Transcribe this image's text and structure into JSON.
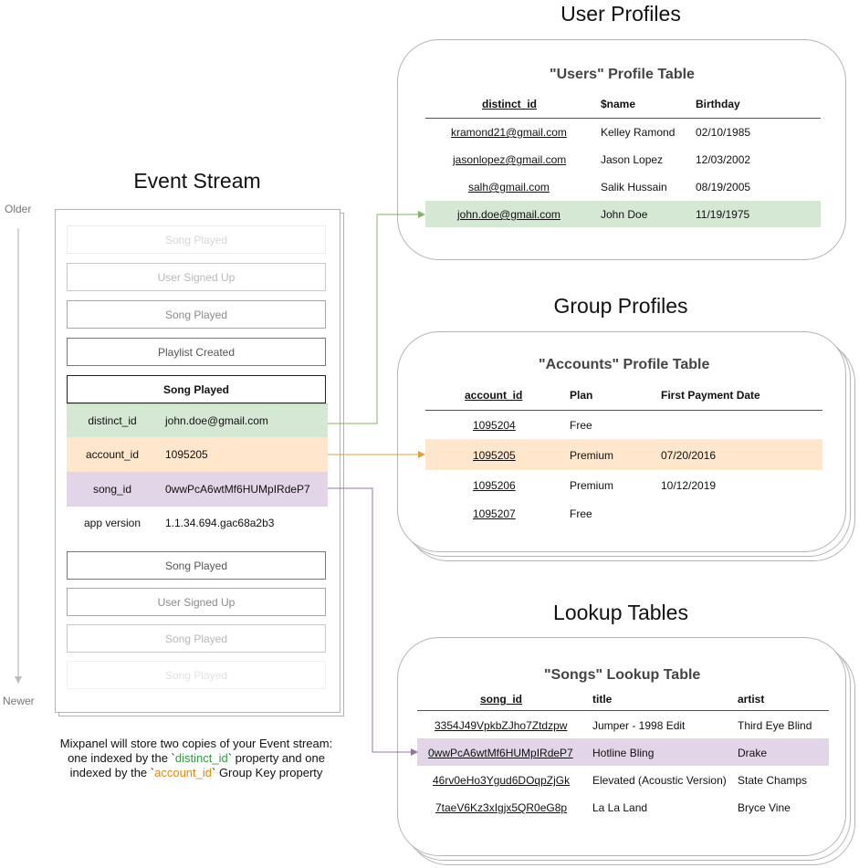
{
  "headings": {
    "user_profiles": "User Profiles",
    "group_profiles": "Group Profiles",
    "lookup_tables": "Lookup Tables",
    "event_stream": "Event Stream"
  },
  "timeline": {
    "older": "Older",
    "newer": "Newer"
  },
  "users_table": {
    "title": "\"Users\" Profile Table",
    "columns": [
      "distinct_id",
      "$name",
      "Birthday"
    ],
    "rows": [
      [
        "kramond21@gmail.com",
        "Kelley Ramond",
        "02/10/1985"
      ],
      [
        "jasonlopez@gmail.com",
        "Jason Lopez",
        "12/03/2002"
      ],
      [
        "salh@gmail.com",
        "Salik Hussain",
        "08/19/2005"
      ],
      [
        "john.doe@gmail.com",
        "John Doe",
        "11/19/1975"
      ]
    ]
  },
  "accounts_table": {
    "title": "\"Accounts\" Profile Table",
    "columns": [
      "account_id",
      "Plan",
      "First Payment Date"
    ],
    "rows": [
      [
        "1095204",
        "Free",
        ""
      ],
      [
        "1095205",
        "Premium",
        "07/20/2016"
      ],
      [
        "1095206",
        "Premium",
        "10/12/2019"
      ],
      [
        "1095207",
        "Free",
        ""
      ]
    ]
  },
  "songs_table": {
    "title": "\"Songs\" Lookup Table",
    "columns": [
      "song_id",
      "title",
      "artist"
    ],
    "rows": [
      [
        "3354J49VpkbZJho7Ztdzpw",
        "Jumper - 1998 Edit",
        "Third Eye Blind"
      ],
      [
        "0wwPcA6wtMf6HUMpIRdeP7",
        "Hotline Bling",
        "Drake"
      ],
      [
        "46rv0eHo3Ygud6DOqpZjGk",
        "Elevated (Acoustic Version)",
        "State Champs"
      ],
      [
        "7taeV6Kz3xIgjx5QR0eG8p",
        "La La Land",
        "Bryce Vine"
      ]
    ]
  },
  "events": {
    "before": [
      "Song Played",
      "User Signed Up",
      "Song Played",
      "Playlist Created"
    ],
    "expanded_title": "Song Played",
    "properties": [
      {
        "key": "distinct_id",
        "value": "john.doe@gmail.com"
      },
      {
        "key": "account_id",
        "value": "1095205"
      },
      {
        "key": "song_id",
        "value": "0wwPcA6wtMf6HUMpIRdeP7"
      },
      {
        "key": "app version",
        "value": "1.1.34.694.gac68a2b3"
      }
    ],
    "after": [
      "Song Played",
      "User Signed Up",
      "Song Played",
      "Song Played"
    ]
  },
  "caption": {
    "line1": "Mixpanel will store two copies of your Event stream:",
    "line2_pre": "one indexed by the `",
    "line2_key": "distinct_id",
    "line2_post": "` property and one",
    "line3_pre": "indexed by the `",
    "line3_key": "account_id",
    "line3_post": "` Group Key property"
  },
  "colors": {
    "green_fill": "#d5e8d4",
    "orange_fill": "#ffe6cc",
    "purple_fill": "#e1d5e7",
    "green_arrow": "#82b366",
    "orange_arrow": "#e0a040",
    "purple_arrow": "#9673a6",
    "green_text": "#2e9c3a",
    "orange_text": "#e08a10"
  }
}
